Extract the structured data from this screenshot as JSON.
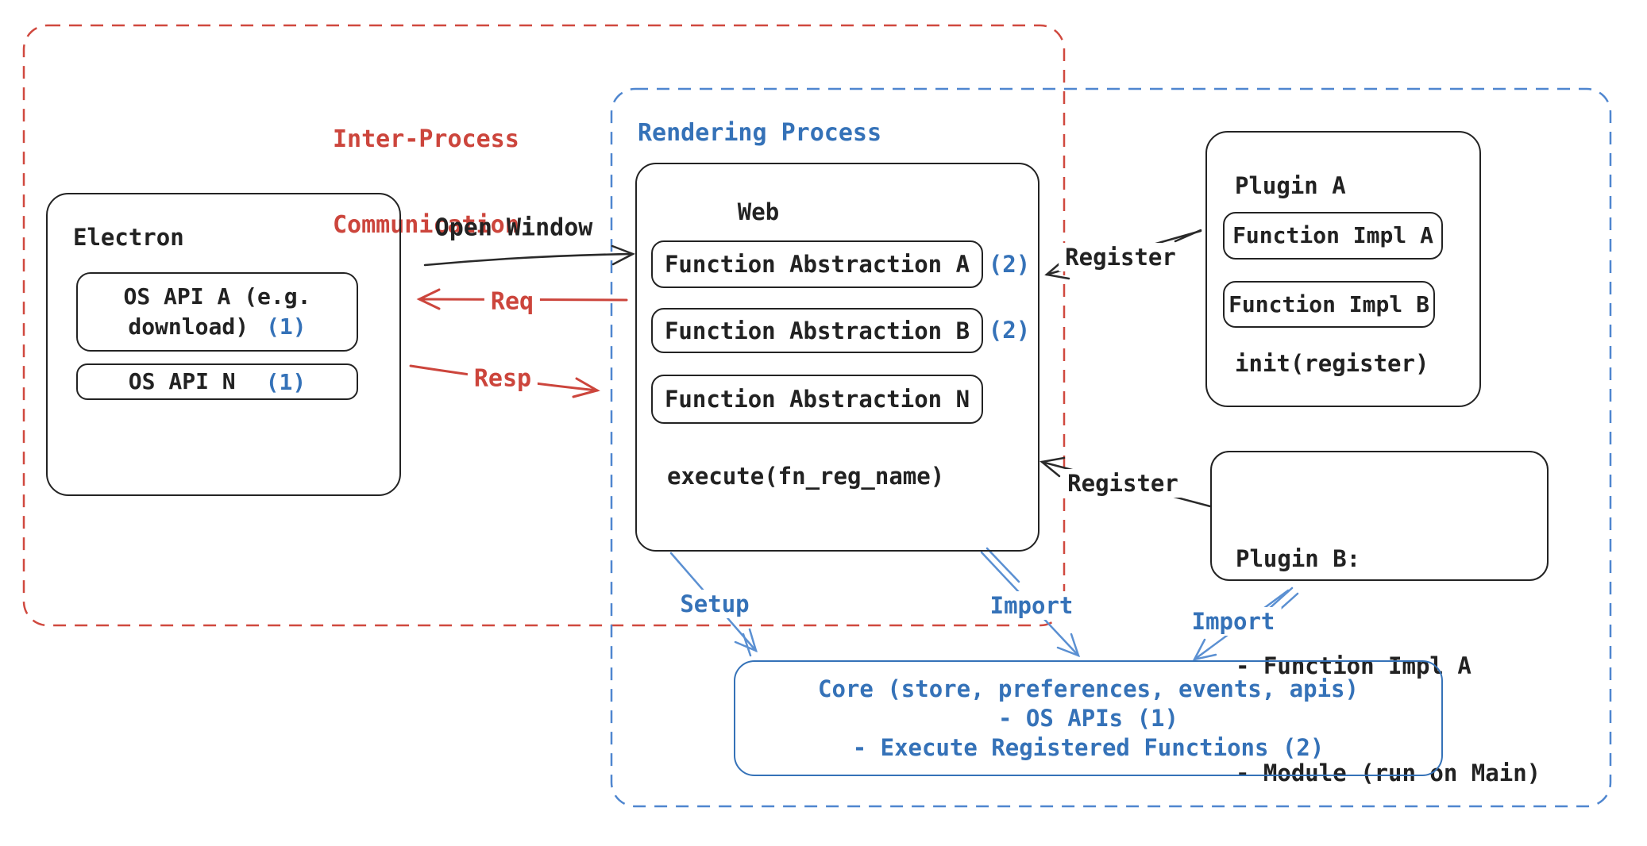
{
  "colors": {
    "red": "#cc453c",
    "blue_text": "#3572b8",
    "blue_line": "#5b90d2",
    "ink": "#222222"
  },
  "ipc_region": {
    "label_line1": "Inter-Process",
    "label_line2": "Communication"
  },
  "rendering_region": {
    "label": "Rendering Process"
  },
  "electron": {
    "title": "Electron",
    "os_api_a": {
      "line1": "OS API A (e.g.",
      "line2": "download)",
      "badge": "(1)"
    },
    "os_api_n": {
      "label": "OS API N",
      "badge": "(1)"
    }
  },
  "web": {
    "title": "Web",
    "abstractions": [
      {
        "label": "Function Abstraction A",
        "badge": "(2)"
      },
      {
        "label": "Function Abstraction B",
        "badge": "(2)"
      },
      {
        "label": "Function Abstraction N",
        "badge": ""
      }
    ],
    "execute_label": "execute(fn_reg_name)"
  },
  "plugin_a": {
    "title": "Plugin A",
    "impl_a": "Function Impl A",
    "impl_b": "Function Impl B",
    "init_label": "init(register)"
  },
  "plugin_b": {
    "title": "Plugin B:",
    "item1": "- Function Impl A",
    "item2": "- Module (run on Main)"
  },
  "core": {
    "line1": "Core (store, preferences, events, apis)",
    "line2": "- OS APIs (1)",
    "line3": "- Execute Registered Functions (2)"
  },
  "arrows": {
    "open_window": "Open Window",
    "req": "Req",
    "resp": "Resp",
    "register_top": "Register",
    "register_bottom": "Register",
    "setup": "Setup",
    "import_mid": "Import",
    "import_right": "Import"
  }
}
